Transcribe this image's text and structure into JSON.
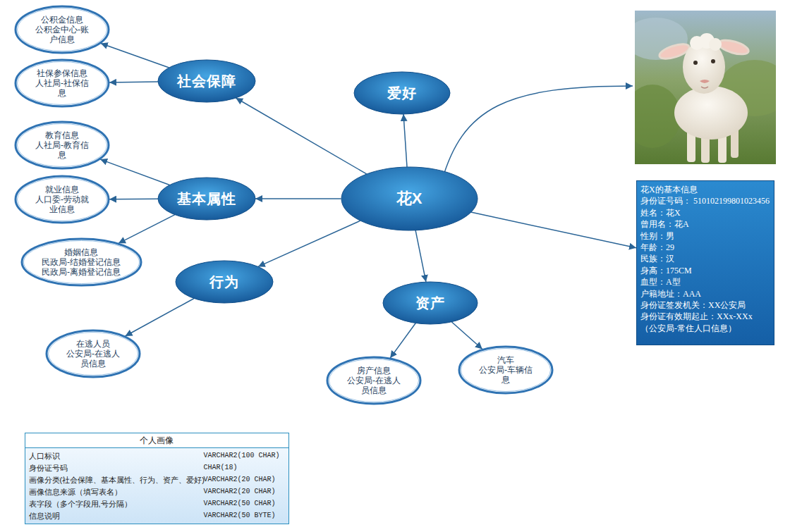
{
  "diagram": {
    "nodes": [
      {
        "text": [
          "公积金信息",
          "公积金中心-账户信息"
        ]
      },
      {
        "text": [
          "社会保障"
        ]
      },
      {
        "text": [
          "社保参保信息",
          "人社局-社保信息"
        ]
      },
      {
        "text": [
          "爱好"
        ]
      },
      {
        "text": [
          "教育信息",
          "人社局-教育信息"
        ]
      },
      {
        "text": [
          "基本属性"
        ]
      },
      {
        "text": [
          "花X"
        ]
      },
      {
        "text": [
          "就业信息",
          "人口委-劳动就业信息"
        ]
      },
      {
        "text": [
          "花X的基本信息",
          "身份证号码： 510102199801023456",
          "姓名：花X",
          "曾用名：花A",
          "性别：男",
          "年龄：29",
          "民族：汉",
          "身高：175CM",
          "血型：A型",
          "户籍地址：AAA",
          "身份证签发机关：XX公安局",
          "身份证有效期起止：XXx-XXx",
          "（公安局-常住人口信息）"
        ]
      },
      {
        "text": [
          "婚姻信息",
          "民政局-结婚登记信息",
          "民政局-离婚登记信息"
        ]
      },
      {
        "text": [
          "行为"
        ]
      },
      {
        "text": [
          "资产"
        ]
      },
      {
        "text": [
          "在逃人员",
          "公安局-在逃人员信息"
        ]
      },
      {
        "text": [
          "房产信息",
          "公安局-在逃人员信息"
        ]
      },
      {
        "text": [
          "汽车",
          "公安局-车辆信息"
        ]
      },
      {
        "text": [
          "个人画像"
        ]
      }
    ],
    "edges": [
      {
        "from": 6,
        "to": 1,
        "arrow": "to"
      },
      {
        "from": 6,
        "to": 3,
        "arrow": "to"
      },
      {
        "from": 6,
        "to": 5,
        "arrow": "to"
      },
      {
        "from": 6,
        "to": 10,
        "arrow": "to"
      },
      {
        "from": 6,
        "to": 11,
        "arrow": "to"
      },
      {
        "from": 6,
        "to": 8,
        "arrow": "to"
      },
      {
        "from": 1,
        "to": 0,
        "arrow": "to"
      },
      {
        "from": 1,
        "to": 2,
        "arrow": "to"
      },
      {
        "from": 5,
        "to": 4,
        "arrow": "to"
      },
      {
        "from": 5,
        "to": 7,
        "arrow": "to"
      },
      {
        "from": 5,
        "to": 9,
        "arrow": "to"
      },
      {
        "from": 10,
        "to": 12,
        "arrow": "to"
      },
      {
        "from": 11,
        "to": 13,
        "arrow": "to"
      },
      {
        "from": 11,
        "to": 14,
        "arrow": "to"
      }
    ],
    "labels": [
      "人口标识",
      "VARCHAR2(100 CHAR)",
      "身份证号码",
      "CHAR(18)",
      "画像分类(社会保障、基本属性、行为、资产、爱好)",
      "VARCHAR2(20 CHAR)",
      "画像信息来源（填写表名）",
      "VARCHAR2(20 CHAR)",
      "表字段（多个字段用,号分隔）",
      "VARCHAR2(50 CHAR)",
      "信息说明",
      "VARCHAR2(50 BYTE)"
    ]
  }
}
